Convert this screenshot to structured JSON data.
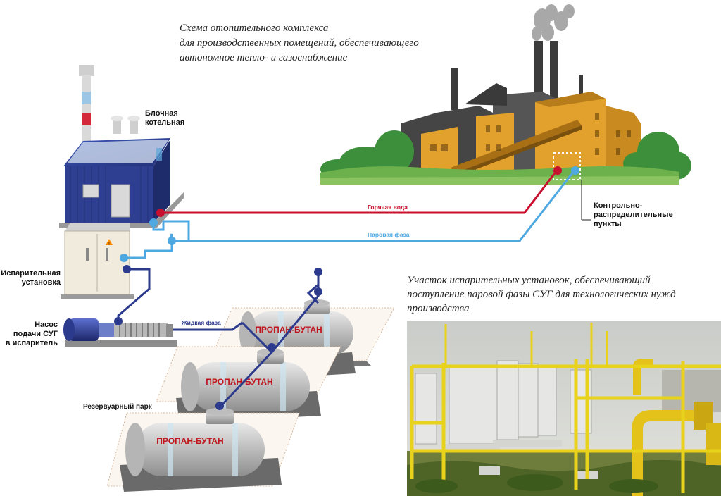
{
  "title": {
    "line1": "Схема отопительного комплекса",
    "line2": "для производственных помещений, обеспечивающего",
    "line3": "автономное тепло- и газоснабжение"
  },
  "labels": {
    "boiler_l1": "Блочная",
    "boiler_l2": "котельная",
    "evaporator_l1": "Испарительная",
    "evaporator_l2": "установка",
    "pump_l1": "Насос",
    "pump_l2": "подачи СУГ",
    "pump_l3": "в испаритель",
    "tank_farm": "Резервуарный парк",
    "control_l1": "Контрольно-",
    "control_l2": "распределительные",
    "control_l3": "пункты"
  },
  "pipes": {
    "hot_water": "Горячая вода",
    "vapor_phase": "Паровая фаза",
    "liquid_phase": "Жидкая фаза"
  },
  "tanks": [
    "ПРОПАН-БУТАН",
    "ПРОПАН-БУТАН",
    "ПРОПАН-БУТАН"
  ],
  "caption": {
    "line1": "Участок испарительных установок, обеспечивающий",
    "line2": "поступление паровой фазы СУГ для технологических нужд",
    "line3": "производства"
  },
  "colors": {
    "hot_water": "#c8102e",
    "vapor_phase": "#4ea9e3",
    "liquid_phase": "#2b3a8c",
    "building_yellow": "#e2a12c",
    "building_dark": "#3f3f3f",
    "boiler_blue": "#2e3f92"
  }
}
